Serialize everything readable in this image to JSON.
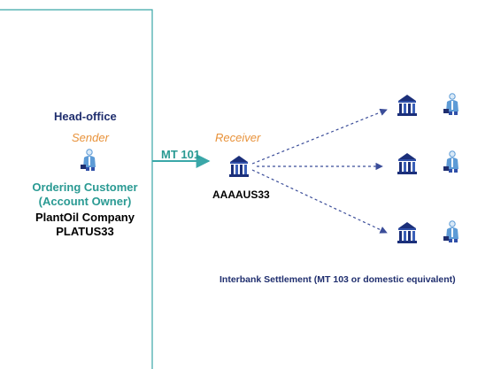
{
  "diagram": {
    "head_office": "Head-office",
    "sender": "Sender",
    "ordering_customer_line1": "Ordering Customer",
    "ordering_customer_line2": "(Account Owner)",
    "company_name": "PlantOil Company",
    "company_bic": "PLATUS33",
    "message_type": "MT 101",
    "receiver": "Receiver",
    "receiver_bic": "AAAAUS33",
    "settlement_note": "Interbank Settlement (MT 103 or domestic equivalent)"
  },
  "colors": {
    "border_teal": "#3aa7a8",
    "navy": "#1f2e6e",
    "orange": "#e8923a",
    "teal_text": "#2a9a93",
    "arrow_blue": "#3b4d99",
    "person_blue": "#5d9bd6",
    "bank_dark": "#1b2f7a"
  },
  "icons": {
    "sender_person": "person-icon",
    "receiver_bank": "bank-icon",
    "beneficiary_banks": [
      "bank-icon",
      "bank-icon",
      "bank-icon"
    ],
    "beneficiaries": [
      "person-icon",
      "person-icon",
      "person-icon"
    ]
  }
}
